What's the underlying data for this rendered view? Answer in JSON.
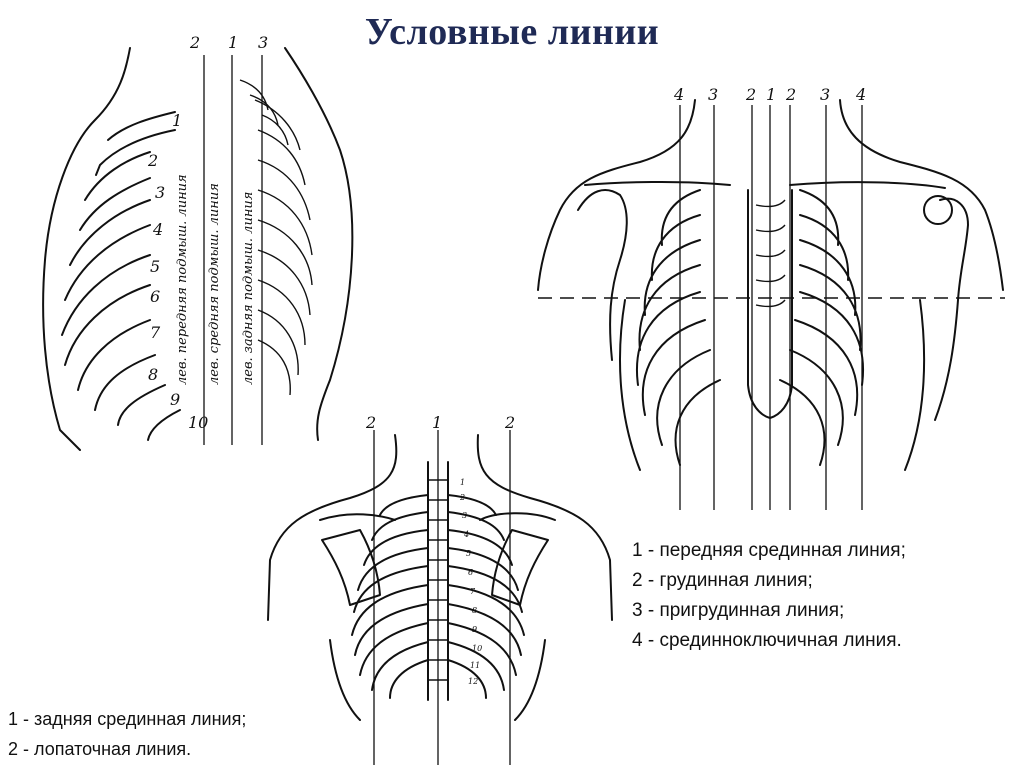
{
  "title": "Условные линии",
  "side_view": {
    "line_numbers": [
      "2",
      "1",
      "3"
    ],
    "line_labels": [
      "лев. передняя подмыш. линия",
      "лев. средняя подмыш. линия",
      "лев. задняя подмыш. линия"
    ],
    "rib_numbers": [
      "1",
      "2",
      "3",
      "4",
      "5",
      "6",
      "7",
      "8",
      "9",
      "10"
    ]
  },
  "front_view": {
    "line_numbers": [
      "4",
      "3",
      "2",
      "1",
      "2",
      "3",
      "4"
    ]
  },
  "back_view": {
    "line_numbers": [
      "2",
      "1",
      "2"
    ],
    "rib_numbers": [
      "1",
      "2",
      "3",
      "4",
      "5",
      "6",
      "7",
      "8",
      "9",
      "10",
      "11",
      "12"
    ]
  },
  "legend_front": [
    "1 - передняя срединная линия;",
    "2 - грудинная линия;",
    "3 - пригрудинная линия;",
    "4 - срединноключичная линия."
  ],
  "legend_back": [
    "1 - задняя срединная линия;",
    "2 - лопаточная линия."
  ]
}
